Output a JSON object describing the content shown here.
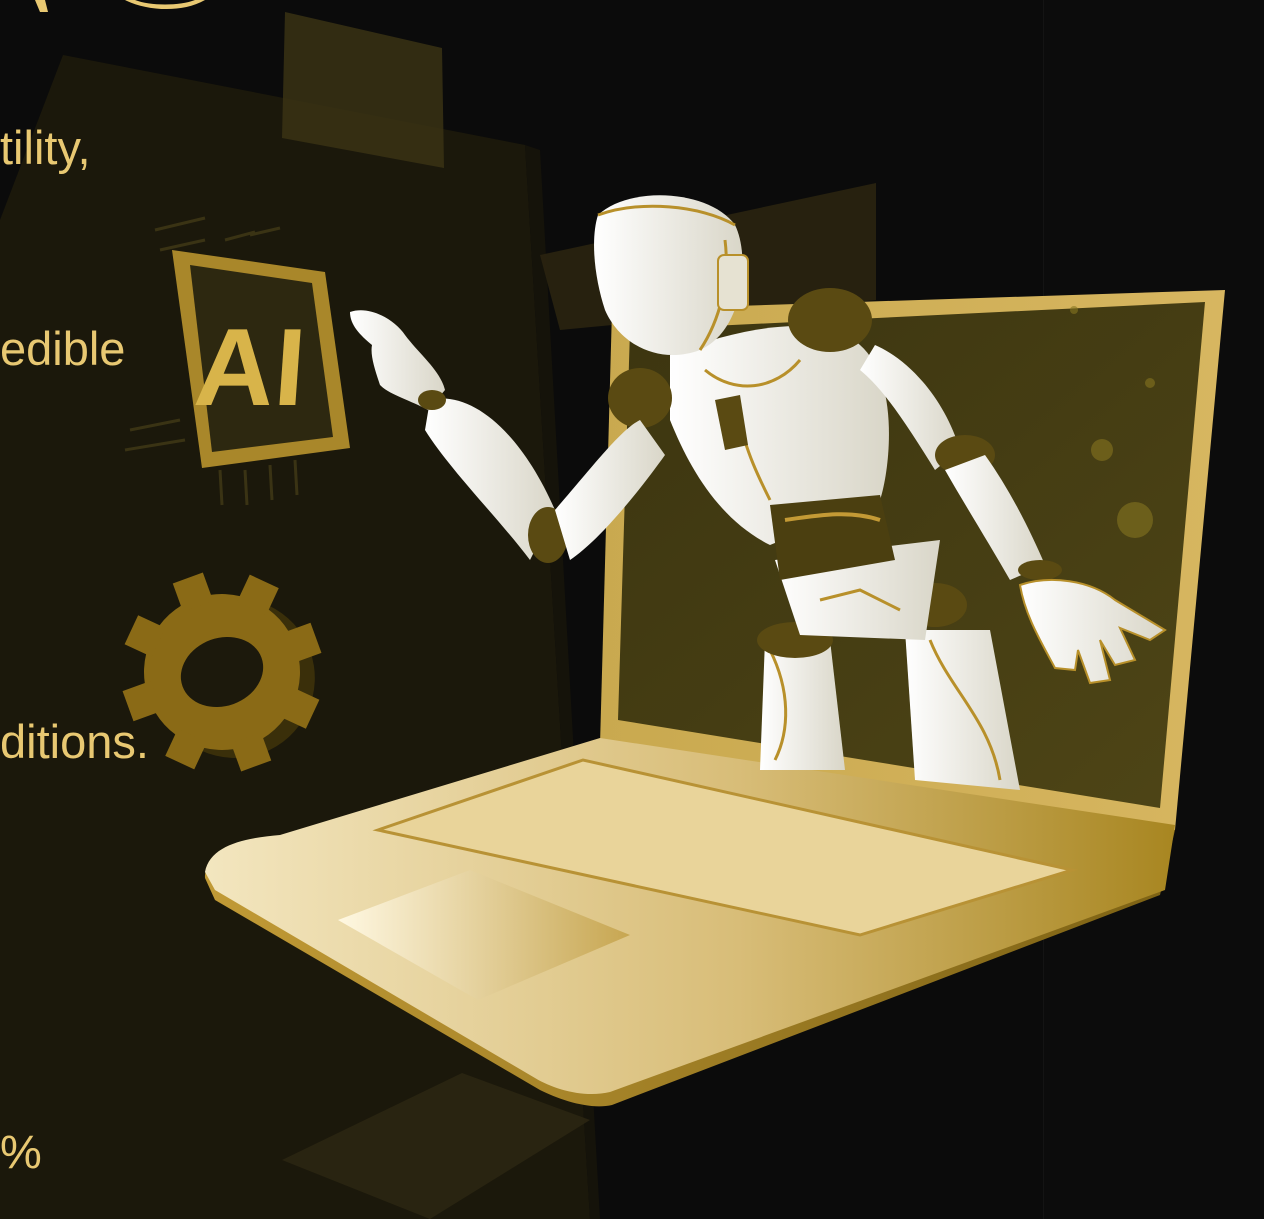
{
  "body_text": {
    "line_1": "tility,",
    "line_2": "edible",
    "line_3": "ditions.",
    "line_4": "%"
  },
  "illustration": {
    "chip_label": "AI",
    "icons": [
      "ai-chip-icon",
      "gear-icon",
      "laptop",
      "robot"
    ]
  },
  "colors": {
    "background": "#0b0b0b",
    "accent_gold": "#e8c872",
    "dark_olive": "#3a3210",
    "panel": "#1f1a0b"
  }
}
